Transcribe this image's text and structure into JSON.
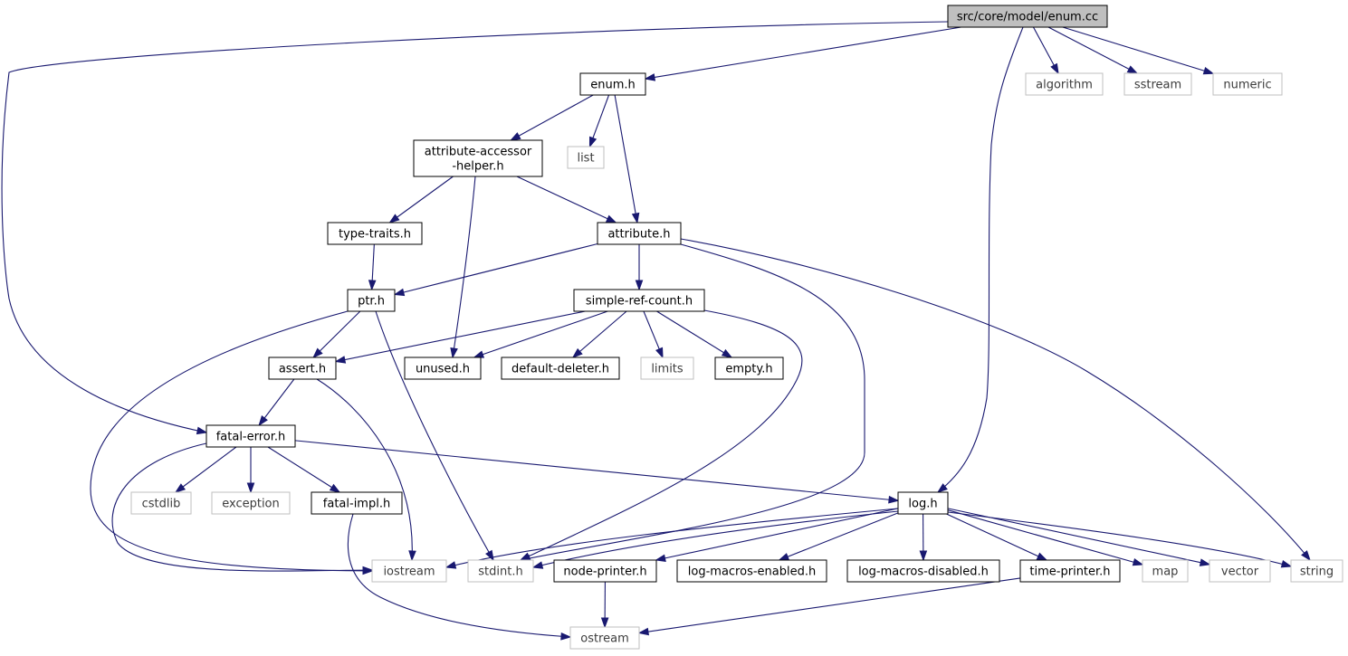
{
  "graph": {
    "colors": {
      "edge": "#191970",
      "root_fill": "#bfbfbf",
      "external_border": "#bfbfbf"
    },
    "nodes": [
      {
        "id": "enum_cc",
        "label": "src/core/model/enum.cc",
        "kind": "root"
      },
      {
        "id": "enum_h",
        "label": "enum.h",
        "kind": "internal"
      },
      {
        "id": "algorithm",
        "label": "algorithm",
        "kind": "external"
      },
      {
        "id": "sstream",
        "label": "sstream",
        "kind": "external"
      },
      {
        "id": "numeric",
        "label": "numeric",
        "kind": "external"
      },
      {
        "id": "aah",
        "label_lines": [
          "attribute-accessor",
          "-helper.h"
        ],
        "kind": "internal"
      },
      {
        "id": "list",
        "label": "list",
        "kind": "external"
      },
      {
        "id": "type_traits",
        "label": "type-traits.h",
        "kind": "internal"
      },
      {
        "id": "attribute_h",
        "label": "attribute.h",
        "kind": "internal"
      },
      {
        "id": "ptr_h",
        "label": "ptr.h",
        "kind": "internal"
      },
      {
        "id": "src_h",
        "label": "simple-ref-count.h",
        "kind": "internal"
      },
      {
        "id": "assert_h",
        "label": "assert.h",
        "kind": "internal"
      },
      {
        "id": "unused_h",
        "label": "unused.h",
        "kind": "internal"
      },
      {
        "id": "dd_h",
        "label": "default-deleter.h",
        "kind": "internal"
      },
      {
        "id": "limits",
        "label": "limits",
        "kind": "external"
      },
      {
        "id": "empty_h",
        "label": "empty.h",
        "kind": "internal"
      },
      {
        "id": "fatal_error",
        "label": "fatal-error.h",
        "kind": "internal"
      },
      {
        "id": "cstdlib",
        "label": "cstdlib",
        "kind": "external"
      },
      {
        "id": "exception",
        "label": "exception",
        "kind": "external"
      },
      {
        "id": "fatal_impl",
        "label": "fatal-impl.h",
        "kind": "internal"
      },
      {
        "id": "log_h",
        "label": "log.h",
        "kind": "internal"
      },
      {
        "id": "iostream",
        "label": "iostream",
        "kind": "external"
      },
      {
        "id": "stdint",
        "label": "stdint.h",
        "kind": "external"
      },
      {
        "id": "node_printer",
        "label": "node-printer.h",
        "kind": "internal"
      },
      {
        "id": "lme",
        "label": "log-macros-enabled.h",
        "kind": "internal"
      },
      {
        "id": "lmd",
        "label": "log-macros-disabled.h",
        "kind": "internal"
      },
      {
        "id": "time_printer",
        "label": "time-printer.h",
        "kind": "internal"
      },
      {
        "id": "map",
        "label": "map",
        "kind": "external"
      },
      {
        "id": "vector",
        "label": "vector",
        "kind": "external"
      },
      {
        "id": "string",
        "label": "string",
        "kind": "external"
      },
      {
        "id": "ostream",
        "label": "ostream",
        "kind": "external"
      }
    ],
    "edges": [
      [
        "enum_cc",
        "enum_h"
      ],
      [
        "enum_cc",
        "algorithm"
      ],
      [
        "enum_cc",
        "sstream"
      ],
      [
        "enum_cc",
        "numeric"
      ],
      [
        "enum_cc",
        "fatal_error"
      ],
      [
        "enum_cc",
        "log_h"
      ],
      [
        "enum_h",
        "aah"
      ],
      [
        "enum_h",
        "list"
      ],
      [
        "enum_h",
        "attribute_h"
      ],
      [
        "aah",
        "type_traits"
      ],
      [
        "aah",
        "attribute_h"
      ],
      [
        "aah",
        "unused_h"
      ],
      [
        "type_traits",
        "ptr_h"
      ],
      [
        "attribute_h",
        "ptr_h"
      ],
      [
        "attribute_h",
        "src_h"
      ],
      [
        "attribute_h",
        "string"
      ],
      [
        "attribute_h",
        "stdint"
      ],
      [
        "ptr_h",
        "assert_h"
      ],
      [
        "ptr_h",
        "iostream"
      ],
      [
        "ptr_h",
        "stdint"
      ],
      [
        "src_h",
        "assert_h"
      ],
      [
        "src_h",
        "unused_h"
      ],
      [
        "src_h",
        "dd_h"
      ],
      [
        "src_h",
        "limits"
      ],
      [
        "src_h",
        "empty_h"
      ],
      [
        "src_h",
        "stdint"
      ],
      [
        "assert_h",
        "fatal_error"
      ],
      [
        "assert_h",
        "iostream"
      ],
      [
        "fatal_error",
        "cstdlib"
      ],
      [
        "fatal_error",
        "exception"
      ],
      [
        "fatal_error",
        "fatal_impl"
      ],
      [
        "fatal_error",
        "log_h"
      ],
      [
        "fatal_error",
        "iostream"
      ],
      [
        "fatal_impl",
        "ostream"
      ],
      [
        "log_h",
        "iostream"
      ],
      [
        "log_h",
        "stdint"
      ],
      [
        "log_h",
        "node_printer"
      ],
      [
        "log_h",
        "lme"
      ],
      [
        "log_h",
        "lmd"
      ],
      [
        "log_h",
        "time_printer"
      ],
      [
        "log_h",
        "map"
      ],
      [
        "log_h",
        "vector"
      ],
      [
        "log_h",
        "string"
      ],
      [
        "node_printer",
        "ostream"
      ],
      [
        "time_printer",
        "ostream"
      ]
    ]
  }
}
